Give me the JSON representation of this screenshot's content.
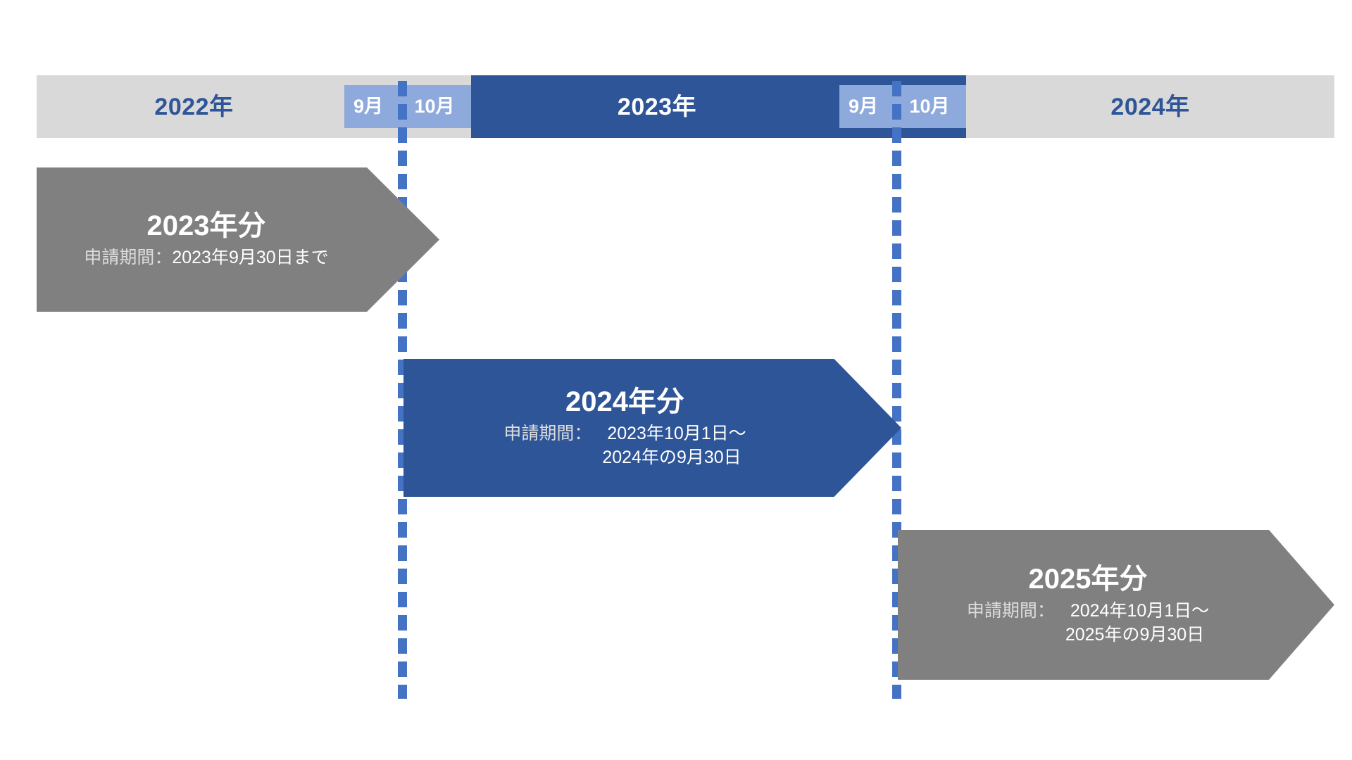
{
  "timeline": {
    "axis": {
      "segments": [
        {
          "id": "year-2022",
          "label": "2022年",
          "style": "gray",
          "months": []
        },
        {
          "id": "year-2023",
          "label": "2023年",
          "style": "navy",
          "months": []
        },
        {
          "id": "year-2024",
          "label": "2024年",
          "style": "gray",
          "months": []
        }
      ],
      "month_markers": [
        {
          "id": "marker-2022",
          "month_a": "9月",
          "month_b": "10月"
        },
        {
          "id": "marker-2023",
          "month_a": "9月",
          "month_b": "10月"
        }
      ]
    },
    "periods": [
      {
        "id": "period-2023",
        "title": "2023年分",
        "label": "申請期間：",
        "range_line1": "2023年9月30日まで",
        "range_line2": "",
        "style": "gray"
      },
      {
        "id": "period-2024",
        "title": "2024年分",
        "label": "申請期間：",
        "range_line1": "2023年10月1日〜",
        "range_line2": "2024年の9月30日",
        "style": "navy"
      },
      {
        "id": "period-2025",
        "title": "2025年分",
        "label": "申請期間：",
        "range_line1": "2024年10月1日〜",
        "range_line2": "2025年の9月30日",
        "style": "gray"
      }
    ],
    "colors": {
      "navy": "#2e5597",
      "light_blue": "#8ea9db",
      "dashed_blue": "#4472c4",
      "band_gray": "#d9d9d9",
      "arrow_gray": "#808080",
      "white": "#ffffff"
    }
  },
  "chart_data": {
    "type": "timeline",
    "title": "",
    "axis_label": "",
    "axis_categories": [
      "2022年",
      "2023年",
      "2024年"
    ],
    "axis_highlight_months": [
      "9月",
      "10月"
    ],
    "boundary_markers": [
      "2022年10月",
      "2023年10月"
    ],
    "bars": [
      {
        "name": "2023年分",
        "application_label": "申請期間：",
        "start": null,
        "end": "2023-09-30",
        "text": "申請期間：2023年9月30日まで",
        "color": "#808080"
      },
      {
        "name": "2024年分",
        "application_label": "申請期間：",
        "start": "2023-10-01",
        "end": "2024-09-30",
        "text": "申請期間： 2023年10月1日〜 2024年の9月30日",
        "color": "#2e5597"
      },
      {
        "name": "2025年分",
        "application_label": "申請期間：",
        "start": "2024-10-01",
        "end": "2025-09-30",
        "text": "申請期間： 2024年10月1日〜 2025年の9月30日",
        "color": "#808080"
      }
    ]
  }
}
